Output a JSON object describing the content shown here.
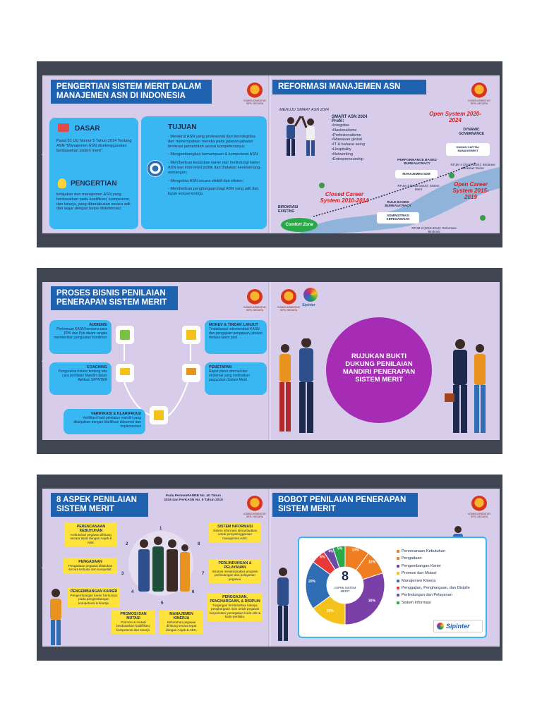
{
  "slide1": {
    "left": {
      "title": "Pengertian Sistem Merit Dalam Manajemen ASN di Indonesia",
      "logo_text": "KOMISI APARATUR SIPIL NEGARA",
      "dasar_heading": "DASAR",
      "dasar_text": "Pasal 51 UU Nomor 5 Tahun 2014 Tentang ASN \"Manajemen ASN diselenggarakan berdasarkan sistem merit\".",
      "pengertian_heading": "PENGERTIAN",
      "pengertian_text": "kebijakan dan manajemen ASN yang berdasarkan pada kualifikasi, kompetensi, dan kinerja, yang diberlakukan secara adil dan wajar dengan tanpa diskriminasi.",
      "tujuan_heading": "TUJUAN",
      "tujuan_items": [
        "- Merekrut ASN yang profesional dan berintegritas dan menempatkan mereka pada jabatan-jabatan birokrasi pemerintah sesuai kompetensinya;",
        "- Mengembangkan kemampuan & kompetensi ASN;",
        "- Memberikan kepastian karier dan melindungi karier ASN dari intervensi politik dan tindakan kesewenang-wenangan;",
        "- Mengelola ASN secara efektif dan efisien;",
        "- Memberikan penghargaan bagi ASN yang adil dan layak sesuai kinerja."
      ]
    },
    "right": {
      "title": "Reformasi Manajemen ASN",
      "subtitle": "MENUJU SMART ASN 2024",
      "logo_text": "KOMISI APARATUR SIPIL NEGARA",
      "smart_heading": "SMART ASN 2024",
      "profil_label": "Profil:",
      "profil_items": [
        "•Integritas",
        "•Nasionalisme",
        "•Profesionalisme",
        "•Wawasan global",
        "•IT & bahasa asing",
        "•Hospitality",
        "•Networking",
        "•Entrepreneurship"
      ],
      "open_2020": "Open System 2020-2024",
      "open_2015": "Open Career System 2015-2019",
      "closed": "Closed Career System 2010-2014",
      "dynamic": "DYNAMIC GOVERNANCE",
      "human_capital": "HUMAN CAPITAL MANAGEMENT",
      "rpjm4": "RPJM 4 (2020-2024): Birokrasi Berkelas Dunia",
      "performance": "PERFORMANCE BASED BUREAUCRACY",
      "manajemen_sdm": "MANAJEMEN SDM",
      "rpjm3": "RPJM 3 (2015-2019): Sistem Merit",
      "rule": "RULE-BASED BUREAUCRACY",
      "administrasi": "ADMINISTRASI KEPEGAWAIAN",
      "rpjm2": "RPJM 2 (2010-2014): Reformasi Birokrasi",
      "existing": "BIROKRASI EXISTING",
      "comfort": "Comfort Zone"
    }
  },
  "slide2": {
    "left": {
      "title": "Proses Bisnis Penilaian Penerapan Sistem Merit",
      "logo_text": "KOMISI APARATUR SIPIL NEGARA",
      "steps": [
        {
          "heading": "AUDIENSI",
          "text": "Pertemuan KASN bersama para PPK dan Pyb dalam rangka memberikan penguatan komitmen"
        },
        {
          "heading": "COACHING",
          "text": "Pengarahan teknis tentang tata cara penilaian Mandiri dalam Aplikasi SIPINTER"
        },
        {
          "heading": "VERIFIKASI & KLARIFIKASI",
          "text": "Verifikasi hasil penilaian mandiri yang dilanjutkan dengan klarifikasi dokumen dan implementasi"
        },
        {
          "heading": "PENETAPAN",
          "text": "Rapat pleno internal dan eksternal yang melibatkan paguyuban Sistem Merit"
        },
        {
          "heading": "MONEV & TINDAK LANJUT",
          "text": "Tindaklanjut rekomendasi KASN dan pengajuan pengajuan jabatan melalui talent pool"
        }
      ]
    },
    "right": {
      "logo_text": "KOMISI APARATUR SIPIL NEGARA",
      "sipinter_label": "Sipinter",
      "circle_text": "RUJUKAN BUKTI DUKUNG PENILAIAN MANDIRI PENERAPAN SISTEM MERIT"
    }
  },
  "slide3": {
    "left": {
      "title": "8 Aspek Penilaian Sistem Merit",
      "regulation": "Pada PermenPANRB No. 40 Tahun 2018 dan PerKASN No. 9 Tahun 2019",
      "logo_text": "KOMISI APARATUR SIPIL NEGARA",
      "aspects": [
        {
          "heading": "PERENCANAAN KEBUTUHAN",
          "text": "Kebutuhan pegawai dihitung secara tepat dengan Anjab & ABK."
        },
        {
          "heading": "PENGADAAN",
          "text": "Pengadaan pegawai dilakukan secara terbuka dan kompetitif."
        },
        {
          "heading": "PENGEMBANGAN KARIER",
          "text": "Pengembangan karier bersumpu pada pengembangan kompetensi & kinerja."
        },
        {
          "heading": "PROMOSI DAN MUTASI",
          "text": "Promosi & mutasi berdasarkan kualifikasi, kompetensi dan kinerja."
        },
        {
          "heading": "MANAJEMEN KINERJA",
          "text": "Kebutuhan pegawai dihitung secara tepat dengan Anjab & ABK."
        },
        {
          "heading": "SISTEM INFORMASI",
          "text": "Sistem informasi dimanfaatkan untuk penyelenggaraan manajemen ASN."
        },
        {
          "heading": "PERLINDUNGAN & PELAYANAN",
          "text": "Instansi melaksanakan program perlindungan dan pelayanan pegawai."
        },
        {
          "heading": "PENGGAJIAN, PENGHARGAAN, & DISIPLIN",
          "text": "Tunjangan berdasarkan kinerja; penghargaan rutin untuk pegawai berprestasi; penegakan kode etik & kode perilaku."
        }
      ],
      "numbers": [
        "1",
        "2",
        "3",
        "4",
        "5",
        "6",
        "7",
        "8"
      ]
    },
    "right": {
      "title": "Bobot Penilaian Penerapan Sistem Merit",
      "logo_text": "KOMISI APARATUR SIPIL NEGARA",
      "center_number": "8",
      "center_label": "ASPEK SISTEM MERIT",
      "sipinter_label": "Sipinter",
      "chart_data": {
        "type": "pie",
        "title": "",
        "categories": [
          "Perencanaan Kebutuhan",
          "Pengadaan",
          "Pengembangan Karier",
          "Promosi dan Mutasi",
          "Manajemen Kinerja",
          "Penggajian, Penghargaan, dan Disiplin",
          "Perlindungan dan Pelayanan",
          "Sistem Informasi"
        ],
        "values": [
          10,
          10,
          30,
          15,
          20,
          6,
          4,
          5
        ],
        "labels": [
          "10%",
          "10%",
          "30%",
          "15%",
          "20%",
          "6%",
          "4%",
          "5%"
        ],
        "colors": [
          "#ef7d22",
          "#ef7d22",
          "#7b3fa8",
          "#f5c21b",
          "#2f6db5",
          "#e63a3a",
          "#6c4aa6",
          "#2aa84a"
        ],
        "legend_position": "right"
      }
    }
  }
}
